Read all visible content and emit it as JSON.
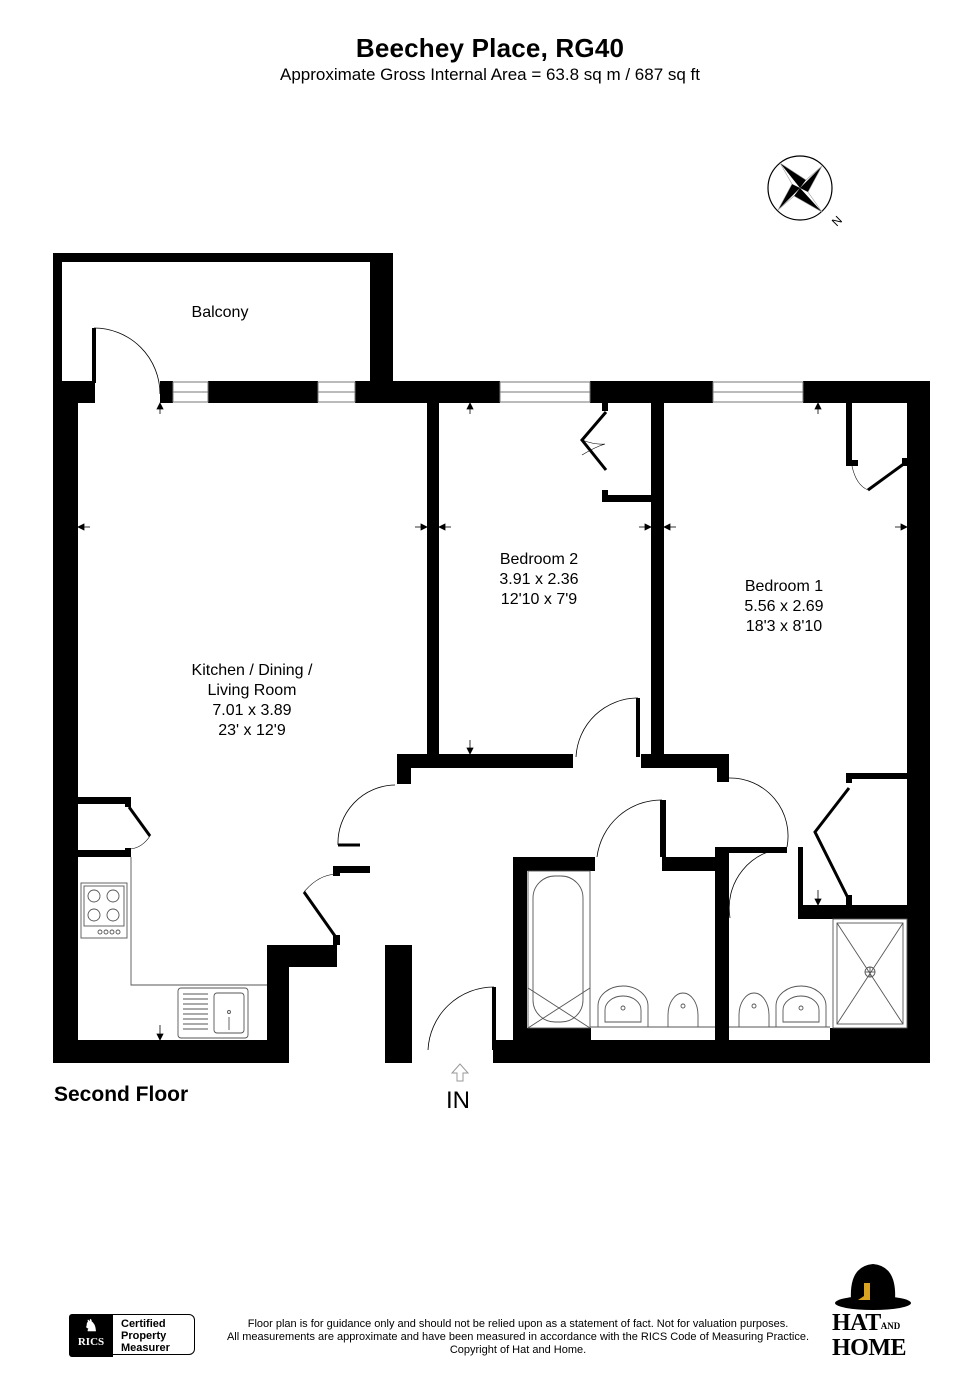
{
  "header": {
    "title": "Beechey Place, RG40",
    "subtitle": "Approximate Gross Internal Area = 63.8 sq m / 687 sq ft"
  },
  "compass": {
    "icon": "compass-rose-icon",
    "north_label": "N"
  },
  "rooms": {
    "balcony": {
      "name": "Balcony"
    },
    "living": {
      "name_line1": "Kitchen / Dining /",
      "name_line2": "Living Room",
      "metric": "7.01 x 3.89",
      "imperial": "23' x 12'9"
    },
    "bedroom2": {
      "name": "Bedroom 2",
      "metric": "3.91 x 2.36",
      "imperial": "12'10 x 7'9"
    },
    "bedroom1": {
      "name": "Bedroom 1",
      "metric": "5.56 x 2.69",
      "imperial": "18'3 x 8'10"
    }
  },
  "floor": {
    "label": "Second Floor",
    "entrance_label": "IN"
  },
  "footer": {
    "disclaimer_line1": "Floor plan is for guidance only and should not be relied upon as a statement of fact. Not for valuation purposes.",
    "disclaimer_line2": "All measurements are approximate and have been measured in accordance with the RICS Code of Measuring Practice.",
    "disclaimer_line3": "Copyright of Hat and Home.",
    "rics": {
      "badge": "RICS",
      "line1": "Certified",
      "line2": "Property",
      "line3": "Measurer"
    },
    "brand": {
      "line1": "HAT",
      "and": "AND",
      "line2": "HOME",
      "accent_color": "#d9a520"
    }
  },
  "colors": {
    "wall": "#000000",
    "fixture_line": "#555555",
    "background": "#ffffff"
  }
}
